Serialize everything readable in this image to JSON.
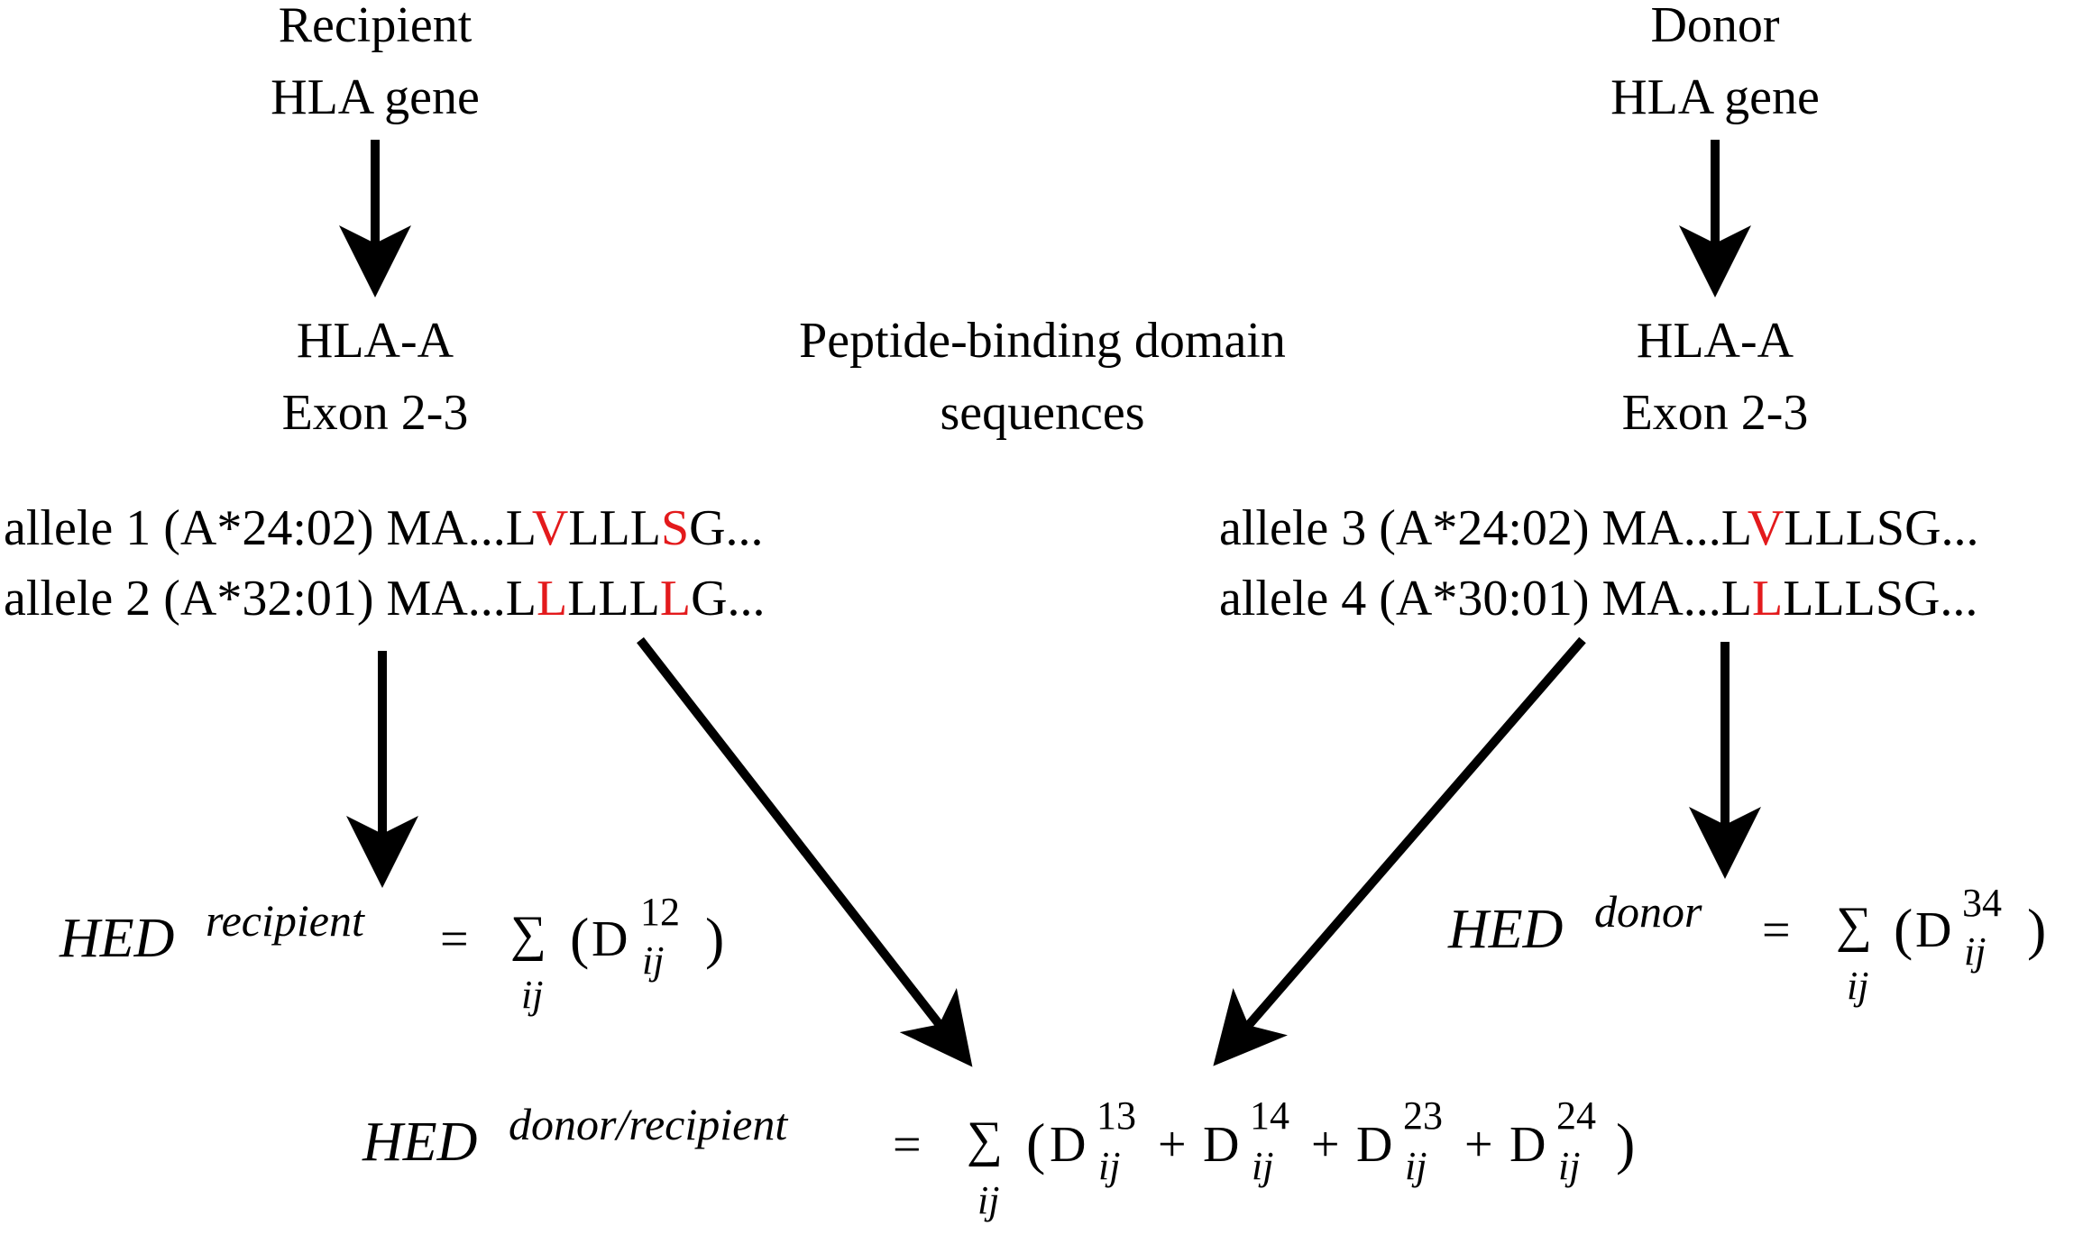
{
  "recipient_header": {
    "line1": "Recipient",
    "line2": "HLA gene"
  },
  "donor_header": {
    "line1": "Donor",
    "line2": "HLA gene"
  },
  "recipient_locus": {
    "line1": "HLA-A",
    "line2": "Exon 2-3"
  },
  "donor_locus": {
    "line1": "HLA-A",
    "line2": "Exon 2-3"
  },
  "center_label": {
    "line1": "Peptide-binding domain",
    "line2": "sequences"
  },
  "alleles": [
    {
      "label": "allele 1 (A*24:02)",
      "seq": [
        "MA...L",
        "V",
        "LLL",
        "S",
        "G..."
      ]
    },
    {
      "label": "allele 2 (A*32:01)",
      "seq": [
        "MA...L",
        "L",
        "LLL",
        "L",
        "G..."
      ]
    },
    {
      "label": "allele 3 (A*24:02)",
      "seq": [
        "MA...L",
        "V",
        "LLLSG..."
      ]
    },
    {
      "label": "allele 4 (A*30:01)",
      "seq": [
        "MA...L",
        "L",
        "LLLSG..."
      ]
    }
  ],
  "formulas": {
    "recipient": {
      "lhs": "HED",
      "sup": "recipient",
      "eq": "=",
      "sum": "∑",
      "sub": "ij",
      "terms": [
        {
          "D": "D",
          "sup": "12",
          "sub": "ij"
        }
      ]
    },
    "donor": {
      "lhs": "HED",
      "sup": "donor",
      "eq": "=",
      "sum": "∑",
      "sub": "ij",
      "terms": [
        {
          "D": "D",
          "sup": "34",
          "sub": "ij"
        }
      ]
    },
    "donor_recipient": {
      "lhs": "HED",
      "sup": "donor/recipient",
      "eq": "=",
      "sum": "∑",
      "sub": "ij",
      "terms": [
        {
          "D": "D",
          "sup": "13",
          "sub": "ij"
        },
        {
          "D": "D",
          "sup": "14",
          "sub": "ij"
        },
        {
          "D": "D",
          "sup": "23",
          "sub": "ij"
        },
        {
          "D": "D",
          "sup": "24",
          "sub": "ij"
        }
      ],
      "plus": "+"
    },
    "open_paren": "(",
    "close_paren": ")"
  },
  "colors": {
    "highlight": "#e31a1c",
    "text": "#000000"
  }
}
